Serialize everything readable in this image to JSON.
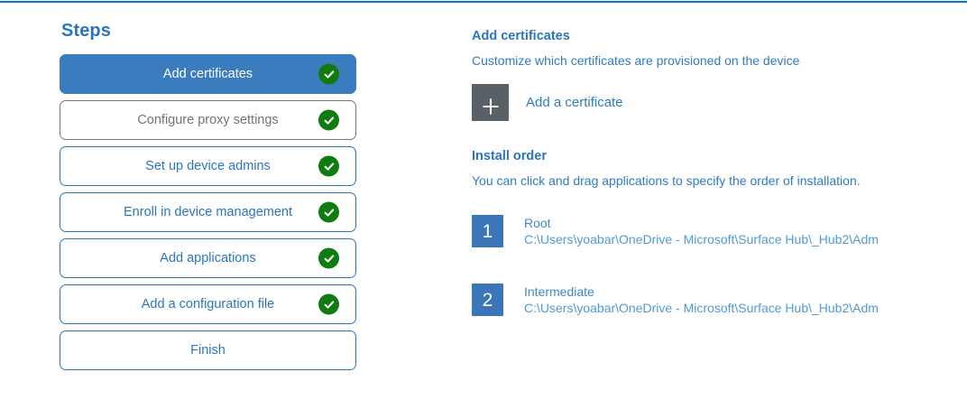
{
  "theme": {
    "accent": "#0078c8",
    "step_active_bg": "#3b7cbf",
    "step_border": "#2a76bd",
    "step_muted_border": "#767676",
    "check_green": "#107c10",
    "plus_tile_grey": "#5a6166",
    "order_badge_blue": "#3b77b8",
    "heading_blue": "#2a76bd",
    "path_blue": "#4f9ad6"
  },
  "steps": {
    "title": "Steps",
    "items": [
      {
        "label": "Add certificates",
        "state": "active",
        "completed": true
      },
      {
        "label": "Configure proxy settings",
        "state": "muted",
        "completed": true
      },
      {
        "label": "Set up device admins",
        "state": "default",
        "completed": true
      },
      {
        "label": "Enroll in device management",
        "state": "default",
        "completed": true
      },
      {
        "label": "Add applications",
        "state": "default",
        "completed": true
      },
      {
        "label": "Add a configuration file",
        "state": "default",
        "completed": true
      },
      {
        "label": "Finish",
        "state": "default",
        "completed": false
      }
    ]
  },
  "detail": {
    "title": "Add certificates",
    "subtitle": "Customize which certificates are provisioned on the device",
    "add_certificate_label": "Add a certificate",
    "plus_icon": "plus-icon",
    "install_order": {
      "title": "Install order",
      "subtitle": "You can click and drag applications to specify the order of installation.",
      "items": [
        {
          "number": "1",
          "name": "Root",
          "path": "C:\\Users\\yoabar\\OneDrive - Microsoft\\Surface Hub\\_Hub2\\Adm"
        },
        {
          "number": "2",
          "name": "Intermediate",
          "path": "C:\\Users\\yoabar\\OneDrive - Microsoft\\Surface Hub\\_Hub2\\Adm"
        }
      ]
    }
  }
}
